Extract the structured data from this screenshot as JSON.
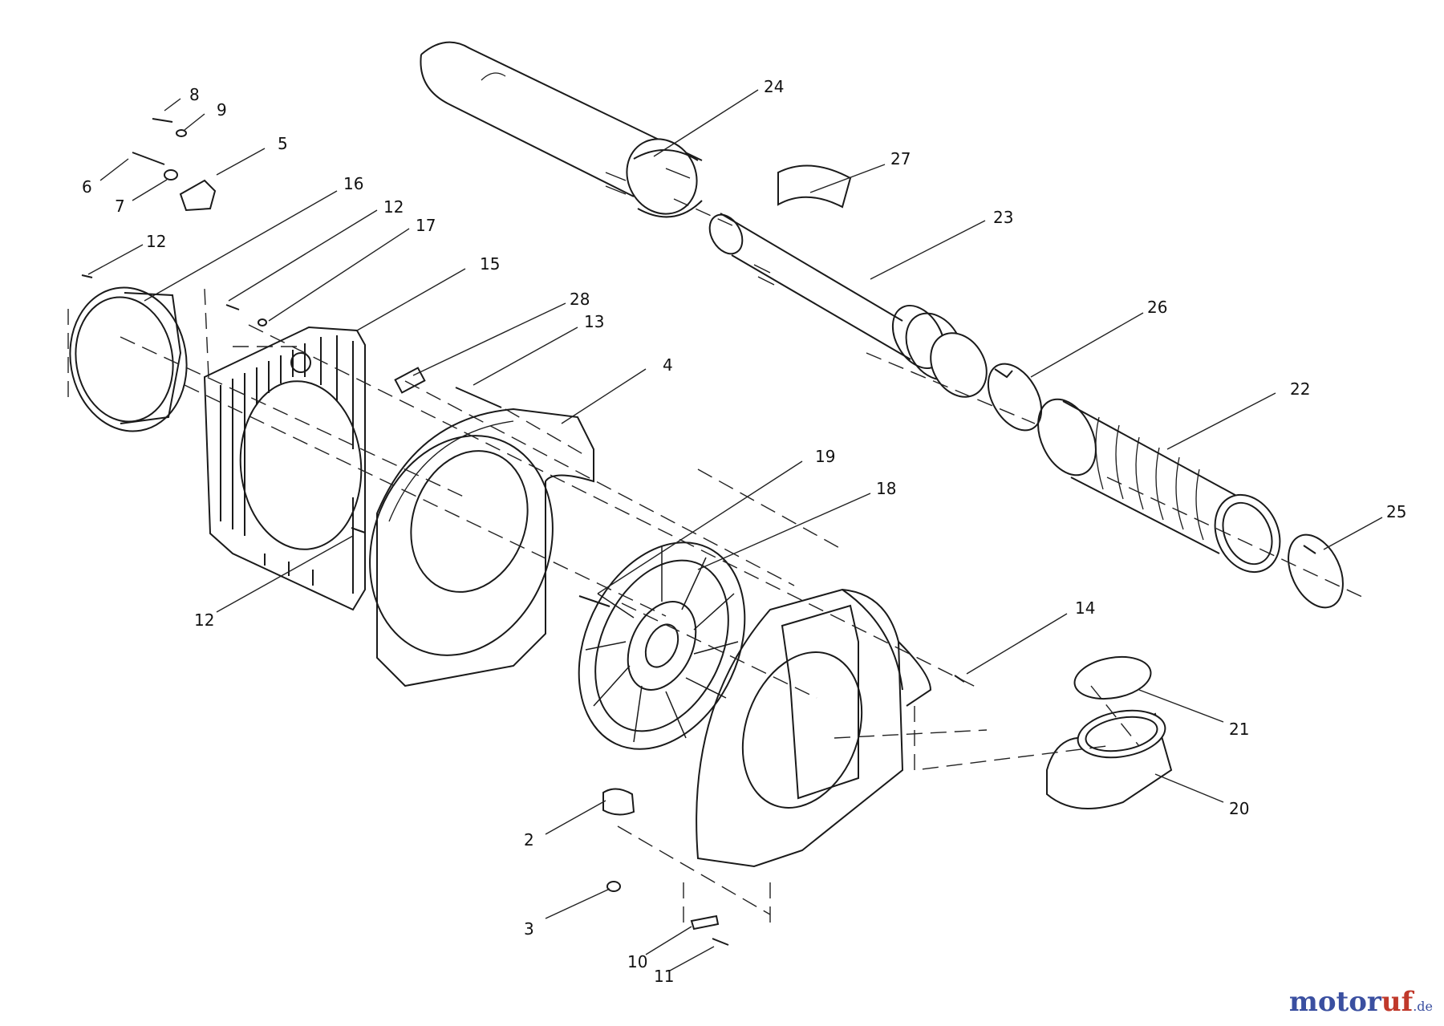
{
  "callouts": [
    "8",
    "9",
    "5",
    "6",
    "7",
    "16",
    "12",
    "17",
    "12",
    "15",
    "28",
    "13",
    "4",
    "24",
    "27",
    "23",
    "26",
    "22",
    "19",
    "18",
    "25",
    "14",
    "21",
    "20",
    "2",
    "3",
    "10",
    "11",
    "12"
  ],
  "watermark": {
    "text_main": "motor",
    "text_accent": "uf",
    "text_suffix": ".de"
  }
}
